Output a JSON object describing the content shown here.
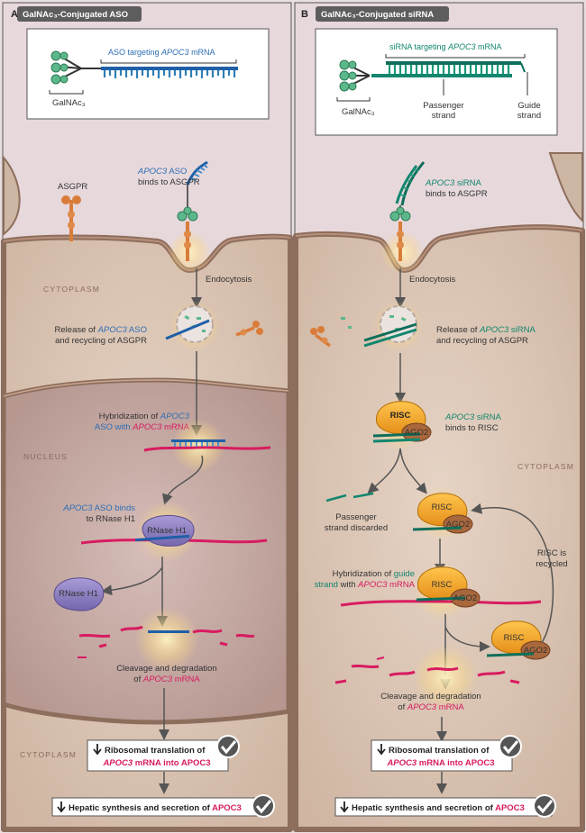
{
  "panel_a": {
    "letter": "A",
    "header": "GalNAc₃-Conjugated ASO",
    "inset_title_pre": "ASO targeting ",
    "inset_title_gene": "APOC3",
    "inset_title_post": " mRNA",
    "inset_galnac": "GalNAc₃",
    "asgpr": "ASGPR",
    "bind_gene": "APOC3",
    "bind_aso": " ASO",
    "bind_rest": "binds to ASGPR",
    "endocytosis": "Endocytosis",
    "cytoplasm_top": "CYTOPLASM",
    "release_l1_pre": "Release of ",
    "release_l1_gene": "APOC3",
    "release_l1_post": " ASO",
    "release_l2": "and recycling of ASGPR",
    "hyb_l1_pre": "Hybridization of ",
    "hyb_l1_gene": "APOC3",
    "hyb_l2_pre": "ASO with ",
    "hyb_l2_gene": "APOC3",
    "hyb_l2_post": " mRNA",
    "nucleus": "NUCLEUS",
    "rnase_l1_gene": "APOC3",
    "rnase_l1_post": " ASO binds",
    "rnase_l2": "to RNase H1",
    "rnase_enzyme": "RNase H1",
    "rnase_free": "RNase H1",
    "cleave_l1": "Cleavage and degradation",
    "cleave_l2_pre": "of ",
    "cleave_l2_gene": "APOC3",
    "cleave_l2_post": " mRNA",
    "cytoplasm_bottom": "CYTOPLASM",
    "box1_l1": "Ribosomal translation of",
    "box1_l2_gene": "APOC3",
    "box1_l2_mid": " mRNA into ",
    "box1_l2_prot": "APOC3",
    "box2_pre": "Hepatic synthesis and secretion of ",
    "box2_prot": "APOC3"
  },
  "panel_b": {
    "letter": "B",
    "header": "GalNAc₃-Conjugated siRNA",
    "inset_title_pre": "siRNA targeting ",
    "inset_title_gene": "APOC3",
    "inset_title_post": " mRNA",
    "inset_galnac": "GalNAc₃",
    "passenger_l1": "Passenger",
    "passenger_l2": "strand",
    "guide_l1": "Guide",
    "guide_l2": "strand",
    "bind_gene": "APOC3",
    "bind_sirna": " siRNA",
    "bind_rest": "binds to ASGPR",
    "endocytosis": "Endocytosis",
    "release_l1_pre": "Release of ",
    "release_l1_gene": "APOC3",
    "release_l1_post": " siRNA",
    "release_l2": "and recycling of ASGPR",
    "risc": "RISC",
    "ago2": "AGO2",
    "risc_bind_gene": "APOC3",
    "risc_bind_post": " siRNA",
    "risc_bind_l2": "binds to RISC",
    "cytoplasm": "CYTOPLASM",
    "passenger_disc_l1": "Passenger",
    "passenger_disc_l2": "strand discarded",
    "recycled_l1": "RISC is",
    "recycled_l2": "recycled",
    "hyb_l1_pre": "Hybridization of ",
    "hyb_l1_guide": "guide",
    "hyb_l2_guide": "strand",
    "hyb_l2_mid": " with ",
    "hyb_l2_gene": "APOC3",
    "hyb_l2_post": " mRNA",
    "cleave_l1": "Cleavage and degradation",
    "cleave_l2_pre": "of ",
    "cleave_l2_gene": "APOC3",
    "cleave_l2_post": " mRNA",
    "box1_l1": "Ribosomal translation of",
    "box1_l2_gene": "APOC3",
    "box1_l2_mid": " mRNA into ",
    "box1_l2_prot": "APOC3",
    "box2_pre": "Hepatic synthesis and secretion of ",
    "box2_prot": "APOC3"
  },
  "colors": {
    "aso_blue": "#2e6fb5",
    "sirna_green": "#12866e",
    "mrna_pink": "#d81b60",
    "header_gray": "#5d5d5d",
    "cell_tan": "#d9c3b2",
    "nucleus": "#c9aea7",
    "risc_orange": "#f0a329",
    "ago2_brown": "#a9673c",
    "rnase_purple": "#8c7fc0",
    "asgpr_orange": "#d97c3a"
  }
}
